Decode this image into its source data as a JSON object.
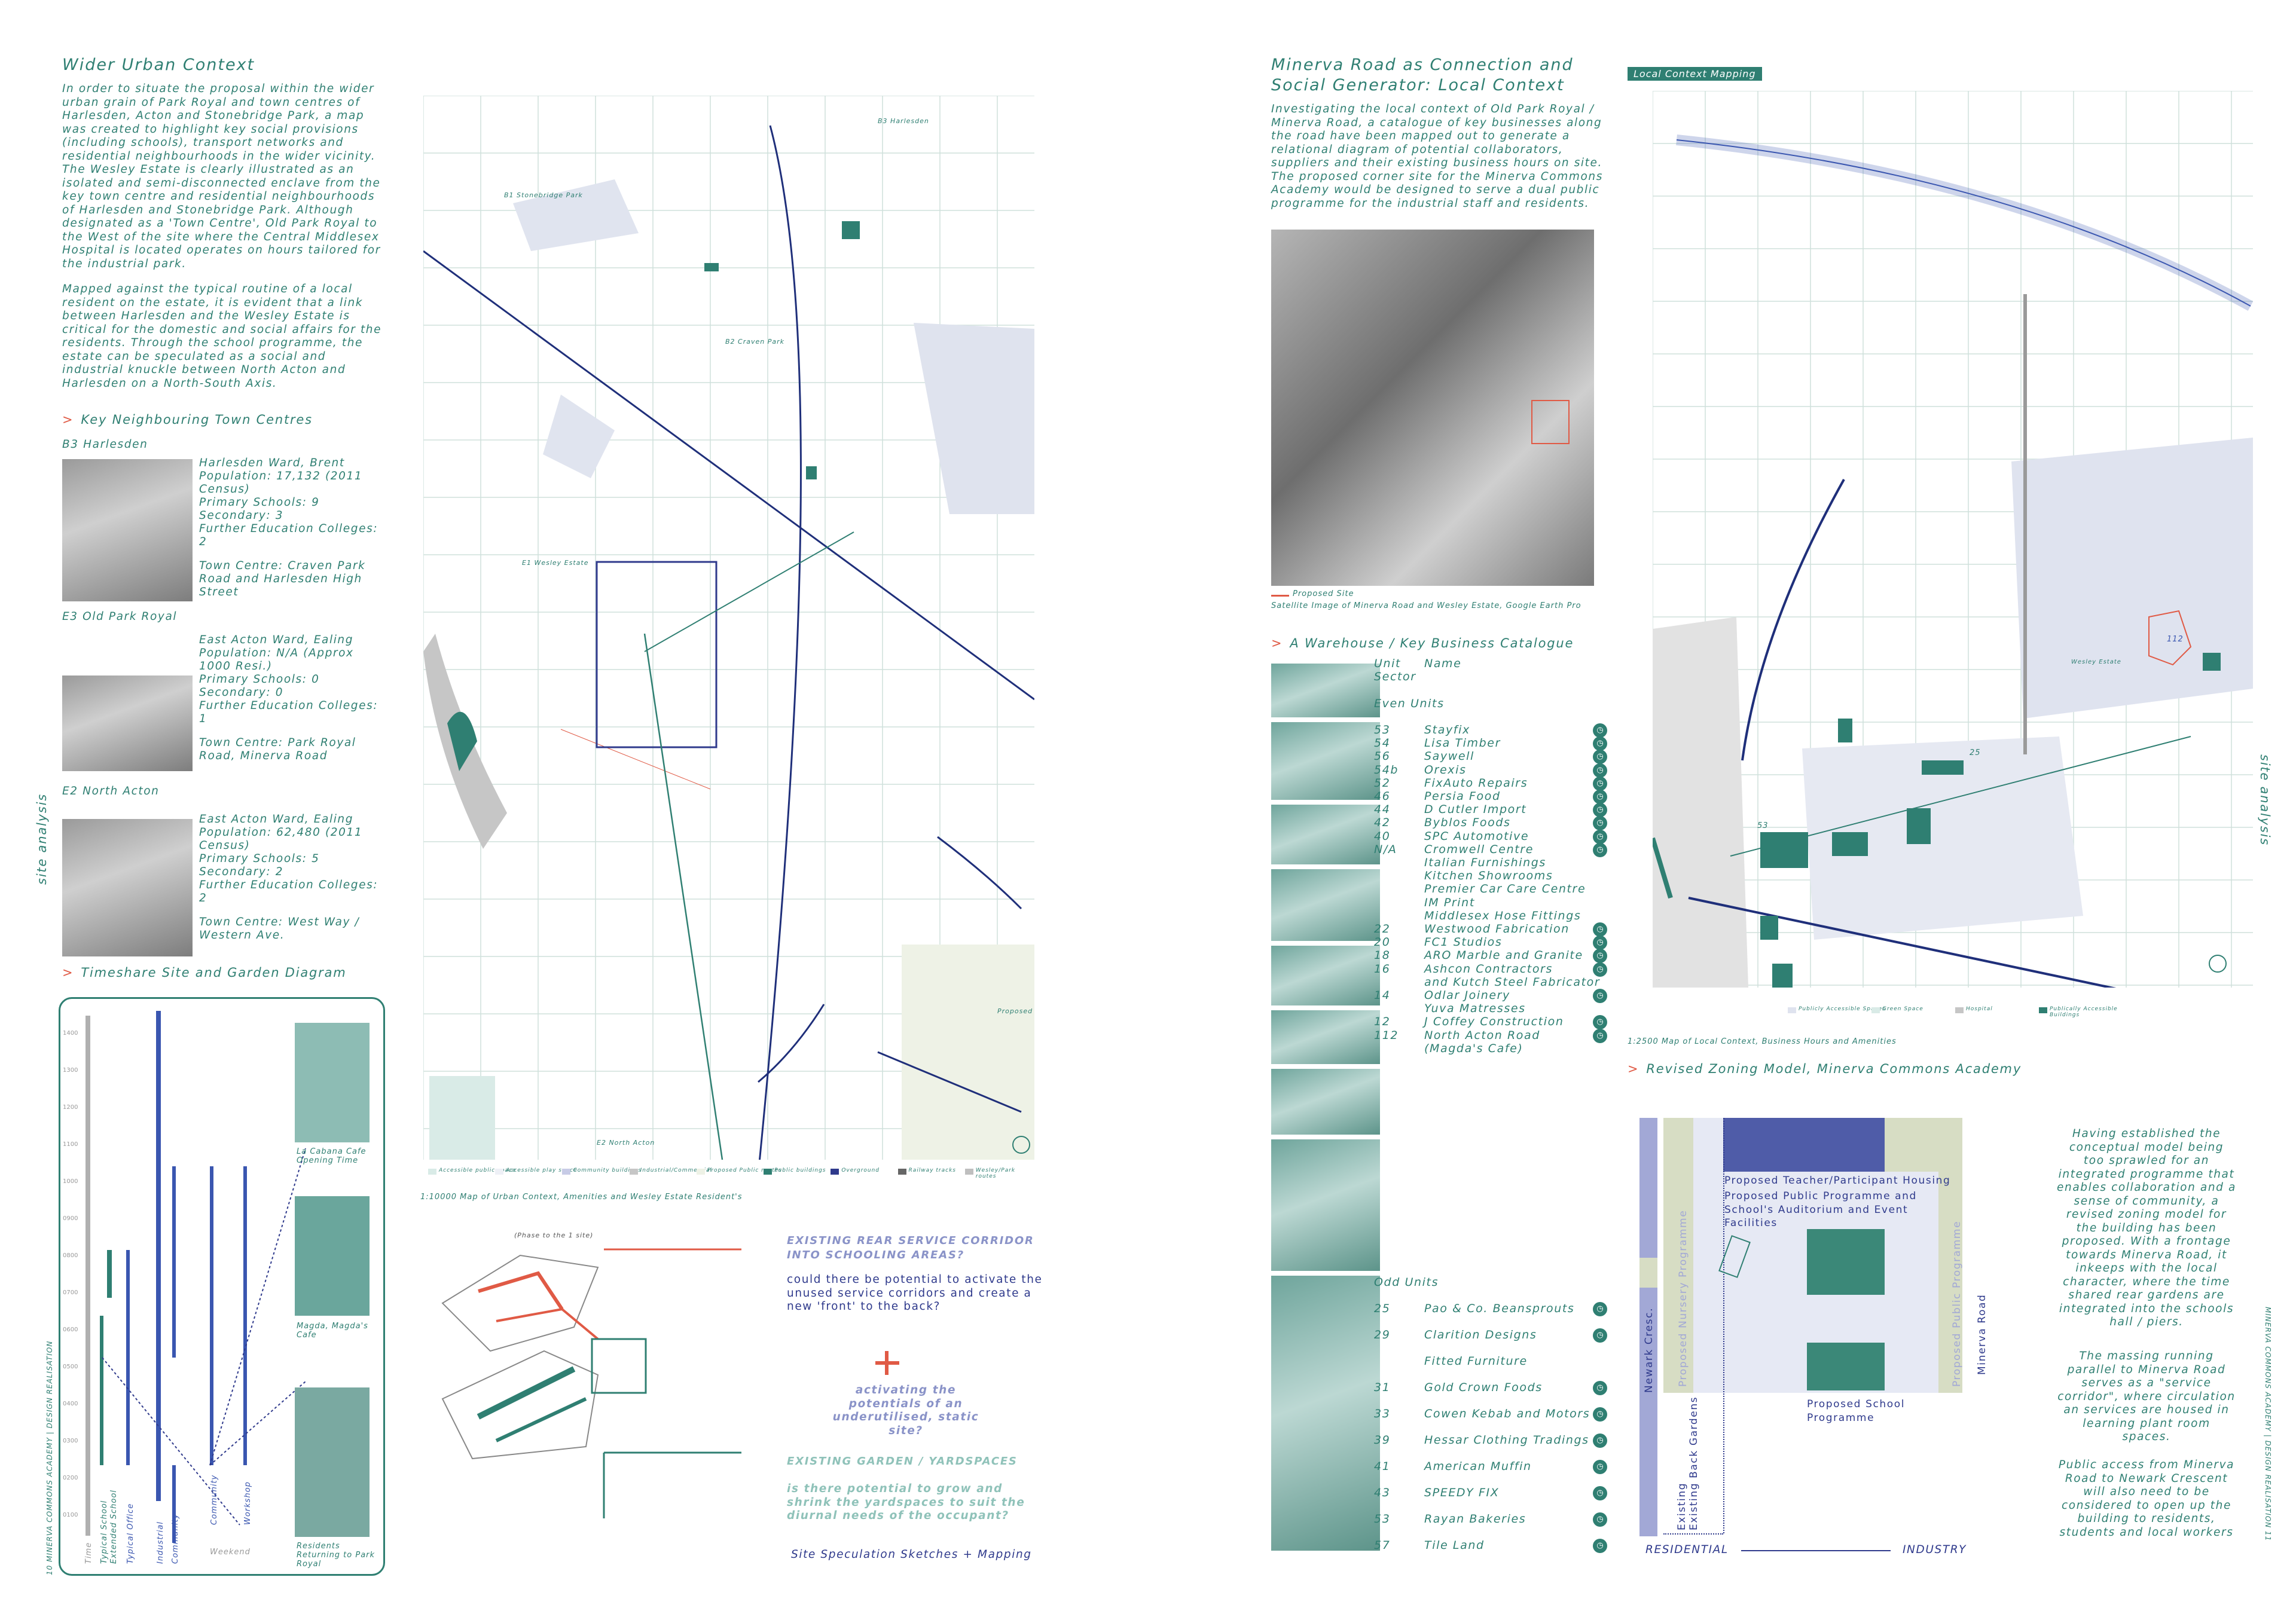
{
  "left": {
    "title": "Wider Urban Context",
    "intro": "In order to situate the proposal within the wider urban grain of Park Royal and town centres of Harlesden, Acton and Stonebridge Park, a map was created to highlight key social provisions (including schools), transport networks and residential neighbourhoods in the wider vicinity. The Wesley Estate is clearly illustrated as an isolated and semi-disconnected enclave from the key town centre and residential neighbourhoods of Harlesden and Stonebridge Park. Although designated as a 'Town Centre', Old Park Royal to the West of the site where the Central Middlesex Hospital is located operates on hours tailored for the industrial park.",
    "intro2": "Mapped against the typical routine of a local resident on the estate, it is evident that a link between Harlesden and the Wesley Estate is critical for the domestic and social affairs for the residents. Through the school programme, the estate can be speculated as a social and industrial knuckle between North Acton and Harlesden on a North-South Axis.",
    "key_heading": "Key Neighbouring Town Centres",
    "centres": [
      {
        "code": "B3 Harlesden",
        "l1": "Harlesden Ward, Brent",
        "l2": "Population: 17,132 (2011 Census)",
        "l3": "Primary Schools: 9",
        "l4": "Secondary: 3",
        "l5": "Further Education Colleges: 2",
        "l6": "Town Centre: Craven Park Road and Harlesden High Street"
      },
      {
        "code": "E3 Old Park Royal",
        "l1": "East Acton Ward, Ealing",
        "l2": "Population: N/A (Approx 1000 Resi.)",
        "l3": "Primary Schools: 0",
        "l4": "Secondary: 0",
        "l5": "Further Education Colleges: 1",
        "l6": "Town Centre: Park Royal Road, Minerva Road"
      },
      {
        "code": "E2 North Acton",
        "l1": "East Acton Ward, Ealing",
        "l2": "Population: 62,480 (2011 Census)",
        "l3": "Primary Schools: 5",
        "l4": "Secondary: 2",
        "l5": "Further Education Colleges: 2",
        "l6": "Town Centre: West Way / Western Ave."
      }
    ],
    "timeshare_heading": "Timeshare Site and Garden Diagram",
    "side_label": "site analysis",
    "footer_vert": "10 MINERVA COMMONS ACADEMY | DESIGN REALISATION",
    "timeshare": {
      "times": [
        "1400",
        "1300",
        "1200",
        "1100",
        "1000",
        "0900",
        "0800",
        "0700",
        "0600",
        "0500",
        "0400",
        "0300",
        "0200",
        "0100"
      ],
      "bars": [
        "Time",
        "Typical School",
        "Extended School",
        "Typical Office",
        "Industrial",
        "Community",
        "Community",
        "Weekend",
        "Workshop"
      ],
      "photo_caps": [
        "La Cabana Cafe Opening Time",
        "Magda, Magda's Cafe",
        "Residents Returning to Park Royal"
      ]
    },
    "map_caption": "1:10000 Map of Urban Context, Amenities and Wesley Estate Resident's",
    "map_labels": [
      "B1 Stonebridge Park",
      "B3 Harlesden",
      "B2 Craven Park",
      "E1 Wesley Estate",
      "E2 North Acton",
      "Proposed"
    ],
    "legend": [
      "Accessible public space",
      "Accessible play space",
      "Community buildings",
      "Industrial/Commercial",
      "Proposed Public routes",
      "Public buildings",
      "Overground",
      "Railway tracks",
      "Wesley/Park routes"
    ],
    "spec1_title": "EXISTING REAR SERVICE CORRIDOR INTO SCHOOLING AREAS?",
    "spec1_body": "could there be potential to activate the unused service corridors and create a new 'front' to the back?",
    "spec_mid": "activating the potentials of an underutilised, static site?",
    "spec2_title": "EXISTING GARDEN / YARDSPACES",
    "spec2_body": "is there potential to grow and shrink the yardspaces to suit the diurnal needs of the occupant?",
    "spec_caption": "Site Speculation Sketches + Mapping",
    "sketch_note": "(Phase to the 1 site)"
  },
  "right": {
    "title": "Minerva Road as Connection and Social Generator: Local Context",
    "tag": "Local Context Mapping",
    "intro": "Investigating the local context of Old Park Royal / Minerva Road, a catalogue of key businesses along the road have been mapped out to generate a relational diagram of potential collaborators, suppliers and their existing business hours on site. The proposed corner site for the Minerva Commons Academy would be designed to serve a dual public programme for the industrial staff and residents.",
    "sat_legend": "Proposed Site",
    "sat_caption": "Satellite Image of Minerva Road and Wesley Estate, Google Earth Pro",
    "catalogue_heading": "A Warehouse / Key Business Catalogue",
    "col_unit": "Unit",
    "col_sector": "Sector",
    "col_name": "Name",
    "even_label": "Even Units",
    "odd_label": "Odd Units",
    "even": [
      {
        "unit": "53",
        "name": "Stayfix"
      },
      {
        "unit": "54",
        "name": "Lisa Timber"
      },
      {
        "unit": "56",
        "name": "Saywell"
      },
      {
        "unit": "54b",
        "name": "Orexis"
      },
      {
        "unit": "52",
        "name": "FixAuto Repairs"
      },
      {
        "unit": "46",
        "name": "Persia Food"
      },
      {
        "unit": "44",
        "name": "D Cutler Import"
      },
      {
        "unit": "42",
        "name": "Byblos Foods"
      },
      {
        "unit": "40",
        "name": "SPC Automotive"
      },
      {
        "unit": "N/A",
        "name": "Cromwell Centre"
      },
      {
        "unit": "",
        "name": "Italian Furnishings"
      },
      {
        "unit": "",
        "name": "Kitchen Showrooms"
      },
      {
        "unit": "",
        "name": "Premier Car Care Centre"
      },
      {
        "unit": "",
        "name": "IM Print"
      },
      {
        "unit": "",
        "name": "Middlesex Hose Fittings"
      },
      {
        "unit": "22",
        "name": "Westwood Fabrication"
      },
      {
        "unit": "20",
        "name": "FC1 Studios"
      },
      {
        "unit": "18",
        "name": "ARO Marble and Granite"
      },
      {
        "unit": "16",
        "name": "Ashcon Contractors"
      },
      {
        "unit": "",
        "name": "and Kutch Steel Fabricator"
      },
      {
        "unit": "14",
        "name": "Odlar Joinery"
      },
      {
        "unit": "",
        "name": "Yuva Matresses"
      },
      {
        "unit": "12",
        "name": "J Coffey Construction"
      },
      {
        "unit": "112",
        "name": "North Acton Road"
      },
      {
        "unit": "",
        "name": "(Magda's Cafe)"
      }
    ],
    "odd": [
      {
        "unit": "25",
        "name": "Pao & Co. Beansprouts"
      },
      {
        "unit": "29",
        "name": "Clarition Designs"
      },
      {
        "unit": "",
        "name": "Fitted Furniture"
      },
      {
        "unit": "31",
        "name": "Gold Crown Foods"
      },
      {
        "unit": "33",
        "name": "Cowen Kebab and Motors"
      },
      {
        "unit": "39",
        "name": "Hessar Clothing Tradings"
      },
      {
        "unit": "41",
        "name": "American Muffin"
      },
      {
        "unit": "43",
        "name": "SPEEDY FIX"
      },
      {
        "unit": "53",
        "name": "Rayan Bakeries"
      },
      {
        "unit": "57",
        "name": "Tile Land"
      }
    ],
    "map_caption": "1:2500 Map of Local Context, Business Hours and Amenities",
    "map_legend": [
      "Publicly Accessible Spaces",
      "Green Space",
      "Hospital",
      "Publically Accessible Buildings"
    ],
    "zoning_heading": "Revised Zoning Model, Minerva Commons Academy",
    "zoning": {
      "housing": "Proposed Teacher/Participant Housing",
      "auditorium": "Proposed Public Programme and School's Auditorium and Event Facilities",
      "school": "Proposed School Programme",
      "nursery": "Proposed Nursery Programme",
      "public": "Proposed Public Programme",
      "gardens": "Existing Back Gardens",
      "existing": "Existing",
      "newark": "Newark Cresc.",
      "minerva": "Minerva Road",
      "residential": "RESIDENTIAL",
      "industry": "INDUSTRY"
    },
    "zoning_text1": "Having established the conceptual model being too sprawled for an integrated programme that enables collaboration and a sense of community, a revised zoning model for the building has been proposed. With a frontage towards Minerva Road, it inkeeps with the local character, where the time shared rear gardens are integrated into the schools hall / piers.",
    "zoning_text2": "The massing running parallel to Minerva Road serves as a \"service corridor\", where circulation an services are housed in learning plant room spaces.",
    "zoning_text3": "Public access from Minerva Road to Newark Crescent will also need to be considered to open up the building to residents, students and local workers",
    "side_label": "site analysis",
    "footer_vert": "MINERVA COMMONS ACADEMY | DESIGN REALISATION 11",
    "map_labels": [
      "Wesley Estate",
      "25",
      "53",
      "112"
    ]
  }
}
